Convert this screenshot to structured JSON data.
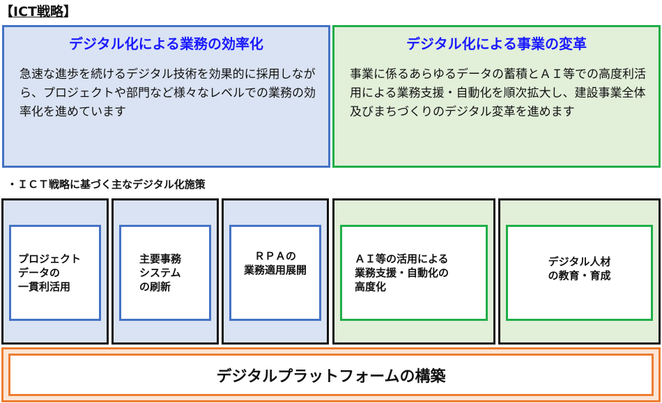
{
  "title": {
    "open": "【",
    "text": "ICT戦略",
    "close": "】"
  },
  "strategies": [
    {
      "heading": "デジタル化による業務の効率化",
      "body": "急速な進歩を続けるデジタル技術を効果的に採用しながら、プロジェクトや部門など様々なレベルでの業務の効率化を進めています"
    },
    {
      "heading": "デジタル化による事業の変革",
      "body": "事業に係るあらゆるデータの蓄積とＡＩ等での高度利活用による業務支援・自動化を順次拡大し、建設事業全体及びまちづくりのデジタル変革を進めます"
    }
  ],
  "measures_heading": "・ＩＣＴ戦略に基づく主なデジタル化施策",
  "measures": [
    {
      "lines": [
        "プロジェクト",
        "データの",
        "一貫利活用"
      ]
    },
    {
      "lines": [
        "主要事務",
        "システム",
        "の刷新"
      ]
    },
    {
      "lines": [
        "ＲＰＡの",
        "業務適用展開"
      ]
    },
    {
      "lines": [
        "ＡＩ等の活用による",
        "業務支援・自動化の",
        "高度化"
      ]
    },
    {
      "lines": [
        "デジタル人材",
        "の教育・育成"
      ]
    }
  ],
  "platform": "デジタルプラットフォームの構築",
  "colors": {
    "blue": "#4472c4",
    "green": "#1fae48",
    "orange": "#ed7d31",
    "heading": "#1a1aff"
  }
}
